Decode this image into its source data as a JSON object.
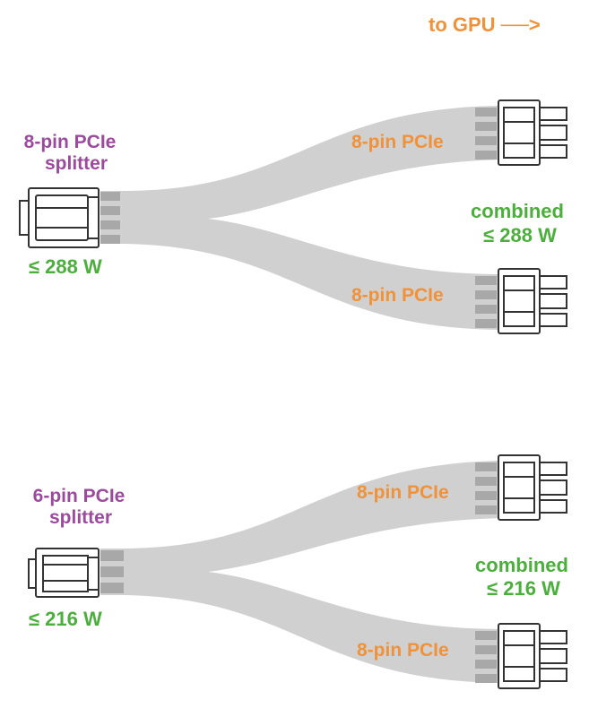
{
  "colors": {
    "orange": "#f0923a",
    "purple": "#9b4a9e",
    "green": "#4caf3d",
    "cable": "#d0d0d0",
    "pin": "#a8a8a8"
  },
  "header": {
    "to_gpu": "to GPU ──>"
  },
  "splitter_8pin": {
    "name_line1": "8-pin PCIe",
    "name_line2": "splitter",
    "input_power": "≤ 288 W",
    "out_top_label": "8-pin PCIe",
    "out_bottom_label": "8-pin PCIe",
    "combined_line1": "combined",
    "combined_line2": "≤ 288 W"
  },
  "splitter_6pin": {
    "name_line1": "6-pin PCIe",
    "name_line2": "splitter",
    "input_power": "≤ 216 W",
    "out_top_label": "8-pin PCIe",
    "out_bottom_label": "8-pin PCIe",
    "combined_line1": "combined",
    "combined_line2": "≤ 216 W"
  }
}
